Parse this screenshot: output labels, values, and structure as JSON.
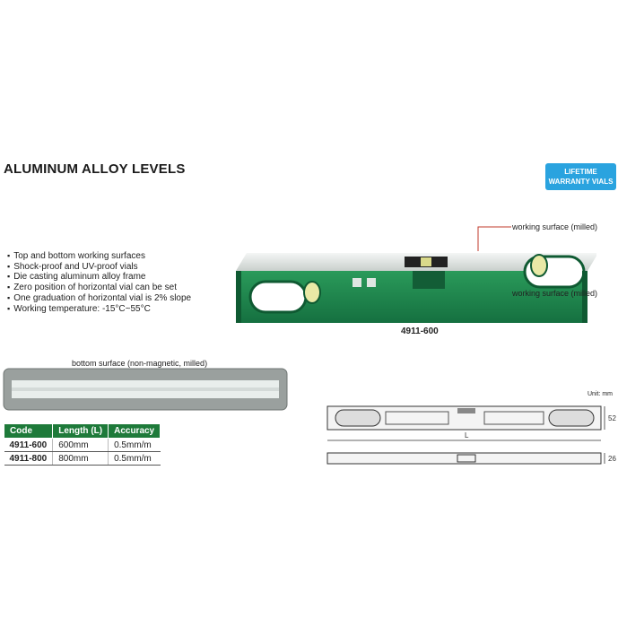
{
  "title": "ALUMINUM ALLOY LEVELS",
  "badge": {
    "line1": "LIFETIME",
    "line2": "WARRANTY VIALS",
    "color": "#2aa3df"
  },
  "features": [
    "Top and bottom working surfaces",
    "Shock-proof and UV-proof vials",
    "Die casting aluminum alloy frame",
    "Zero position of horizontal vial can be set",
    "One graduation of horizontal vial is 2% slope",
    "Working temperature: -15°C~55°C"
  ],
  "callouts": {
    "top": "working surface (milled)",
    "bottom": "working surface (milled)"
  },
  "product_model": "4911-600",
  "bottom_surface_caption": "bottom surface (non-magnetic, milled)",
  "drawing": {
    "unit": "Unit: mm",
    "length_label": "L",
    "height_label": "52",
    "thickness_label": "26"
  },
  "spec_table": {
    "headers": [
      "Code",
      "Length (L)",
      "Accuracy"
    ],
    "rows": [
      [
        "4911-600",
        "600mm",
        "0.5mm/m"
      ],
      [
        "4911-800",
        "800mm",
        "0.5mm/m"
      ]
    ]
  },
  "colors": {
    "frame_green": "#1f8a4c",
    "table_header": "#1e7a3a",
    "callout_line": "#c0392b"
  }
}
